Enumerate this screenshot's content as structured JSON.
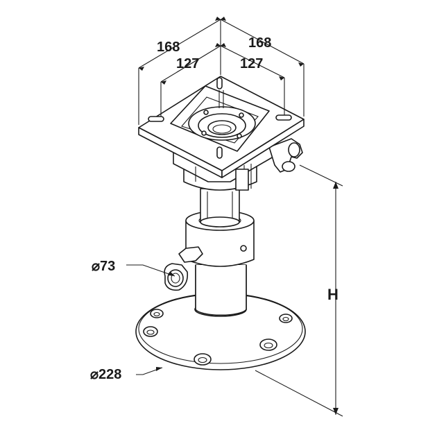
{
  "dimensions": {
    "outer_left": "168",
    "outer_right": "168",
    "inner_left": "127",
    "inner_right": "127",
    "height": "H",
    "tube_diameter": "⌀73",
    "base_diameter": "⌀228"
  },
  "colors": {
    "line": "#1a1a1a",
    "fill": "#ffffff",
    "shade": "#d9d9d9"
  }
}
